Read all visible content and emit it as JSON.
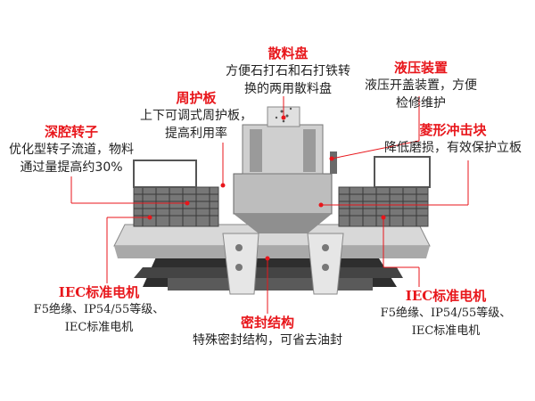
{
  "callouts": {
    "scatter_plate": {
      "title": "散料盘",
      "line1": "方便石打石和石打铁转",
      "line2": "换的两用散料盘"
    },
    "guard_plate": {
      "title": "周护板",
      "line1": "上下可调式周护板，",
      "line2": "提高利用率"
    },
    "deep_rotor": {
      "title": "深腔转子",
      "line1": "优化型转子流道，物料",
      "line2": "通过量提高约30%"
    },
    "hydraulic": {
      "title": "液压装置",
      "line1": "液压开盖装置，方便",
      "line2": "检修维护"
    },
    "anvil": {
      "title": "菱形冲击块",
      "line1": "降低磨损，有效保护立板"
    },
    "motor_left": {
      "title": "IEC标准电机",
      "line1": "F5绝缘、IP54/55等级、",
      "line2": "IEC标准电机"
    },
    "motor_right": {
      "title": "IEC标准电机",
      "line1": "F5绝缘、IP54/55等级、",
      "line2": "IEC标准电机"
    },
    "seal": {
      "title": "密封结构",
      "line1": "特殊密封结构，可省去油封"
    }
  },
  "colors": {
    "accent_red": "#e8161b",
    "machine_gray": "#9a9a9a",
    "machine_dark": "#3a3a3a"
  }
}
